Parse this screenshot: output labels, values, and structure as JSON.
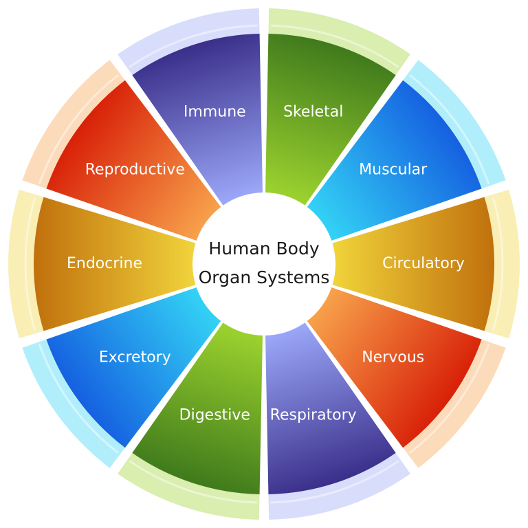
{
  "center": {
    "title_line1": "Human Body",
    "title_line2": "Organ Systems"
  },
  "segments": [
    {
      "label": "Skeletal",
      "color_light": "#9bd12e",
      "color_dark": "#3f7a1c"
    },
    {
      "label": "Muscular",
      "color_light": "#33d1f5",
      "color_dark": "#1560e0"
    },
    {
      "label": "Circulatory",
      "color_light": "#f0d23a",
      "color_dark": "#c0700c"
    },
    {
      "label": "Nervous",
      "color_light": "#f7a04a",
      "color_dark": "#d82008"
    },
    {
      "label": "Respiratory",
      "color_light": "#9aa6f7",
      "color_dark": "#3a2f8a"
    },
    {
      "label": "Digestive",
      "color_light": "#9bd12e",
      "color_dark": "#3f7a1c"
    },
    {
      "label": "Excretory",
      "color_light": "#33d1f5",
      "color_dark": "#1560e0"
    },
    {
      "label": "Endocrine",
      "color_light": "#f0d23a",
      "color_dark": "#c0700c"
    },
    {
      "label": "Reproductive",
      "color_light": "#f7a04a",
      "color_dark": "#d82008"
    },
    {
      "label": "Immune",
      "color_light": "#9aa6f7",
      "color_dark": "#3a2f8a"
    }
  ]
}
